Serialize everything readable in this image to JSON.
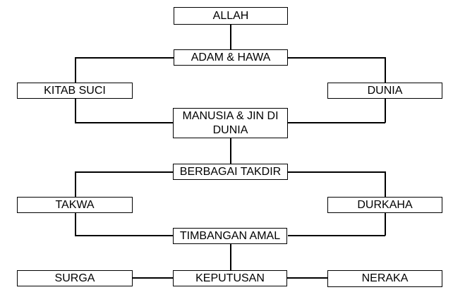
{
  "diagram": {
    "background_color": "#ffffff",
    "line_color": "#000000",
    "text_color": "#000000",
    "nodes": {
      "allah": {
        "label": "ALLAH"
      },
      "adam_hawa": {
        "label": "ADAM & HAWA"
      },
      "kitab_suci": {
        "label": "KITAB SUCI"
      },
      "dunia": {
        "label": "DUNIA"
      },
      "manusia_jin": {
        "label": "MANUSIA & JIN DI DUNIA"
      },
      "berbagai_takdir": {
        "label": "BERBAGAI TAKDIR"
      },
      "takwa": {
        "label": "TAKWA"
      },
      "durkaha": {
        "label": "DURKAHA"
      },
      "timbangan_amal": {
        "label": "TIMBANGAN AMAL"
      },
      "surga": {
        "label": "SURGA"
      },
      "keputusan": {
        "label": "KEPUTUSAN"
      },
      "neraka": {
        "label": "NERAKA"
      }
    },
    "edges": [
      "ALLAH - ADAM & HAWA",
      "ADAM & HAWA - KITAB SUCI",
      "ADAM & HAWA - DUNIA",
      "KITAB SUCI - MANUSIA & JIN DI DUNIA",
      "DUNIA - MANUSIA & JIN DI DUNIA",
      "MANUSIA & JIN DI DUNIA - BERBAGAI TAKDIR",
      "BERBAGAI TAKDIR - TAKWA",
      "BERBAGAI TAKDIR - DURKAHA",
      "TAKWA - TIMBANGAN AMAL",
      "DURKAHA - TIMBANGAN AMAL",
      "TIMBANGAN AMAL - KEPUTUSAN",
      "KEPUTUSAN - SURGA",
      "KEPUTUSAN - NERAKA"
    ]
  }
}
